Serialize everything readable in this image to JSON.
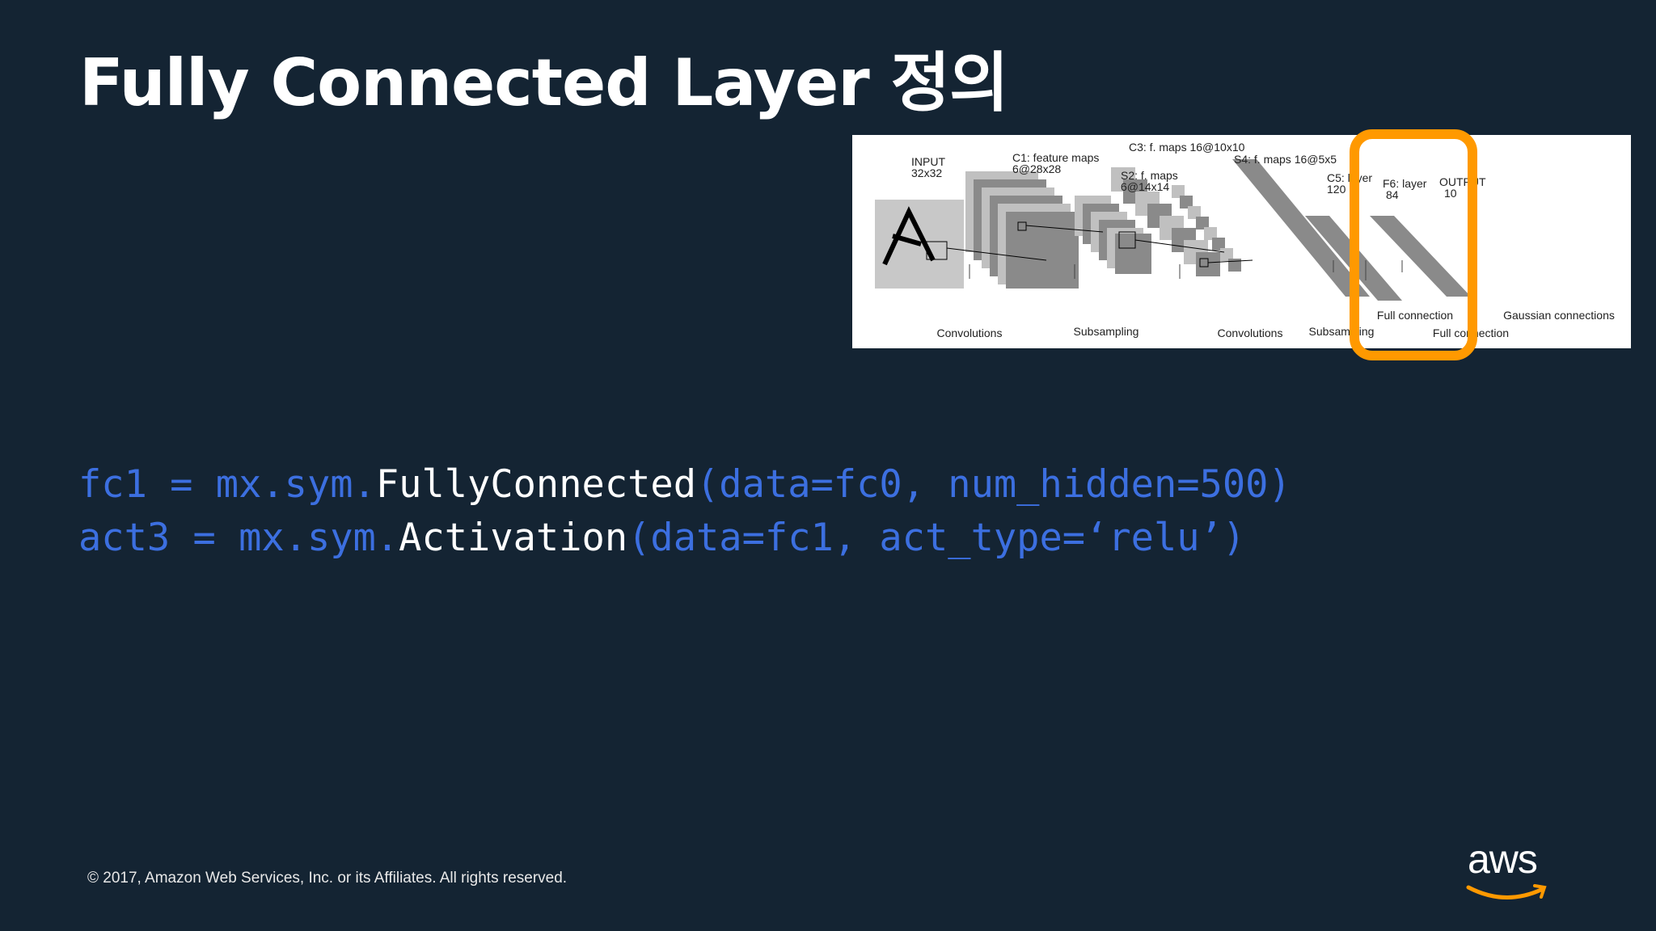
{
  "slide": {
    "title": "Fully Connected Layer 정의",
    "code_lines": [
      {
        "prefix": "fc1 = mx.sym.",
        "function": "FullyConnected",
        "args": "(data=fc0, num_hidden=500)"
      },
      {
        "prefix": "act3 = mx.sym.",
        "function": "Activation",
        "args": "(data=fc1, act_type=‘relu’)"
      }
    ],
    "copyright": "© 2017, Amazon Web Services, Inc. or its Affiliates. All rights reserved.",
    "logo": "aws"
  },
  "diagram": {
    "labels": {
      "input": "INPUT",
      "input_size": "32x32",
      "c1": "C1: feature maps",
      "c1_size": "6@28x28",
      "s2": "S2: f. maps",
      "s2_size": "6@14x14",
      "c3": "C3: f. maps 16@10x10",
      "s4": "S4: f. maps 16@5x5",
      "c5": "C5: layer",
      "c5_size": "120",
      "f6": "F6: layer",
      "f6_size": "84",
      "output": "OUTPUT",
      "output_size": "10"
    },
    "operations": [
      "Convolutions",
      "Subsampling",
      "Convolutions",
      "Subsampling",
      "Full connection",
      "Full connection",
      "Gaussian connections"
    ],
    "highlight_color": "#ff9900"
  },
  "colors": {
    "background": "#142433",
    "code_blue": "#3c6fe0",
    "aws_orange": "#ff9900"
  }
}
